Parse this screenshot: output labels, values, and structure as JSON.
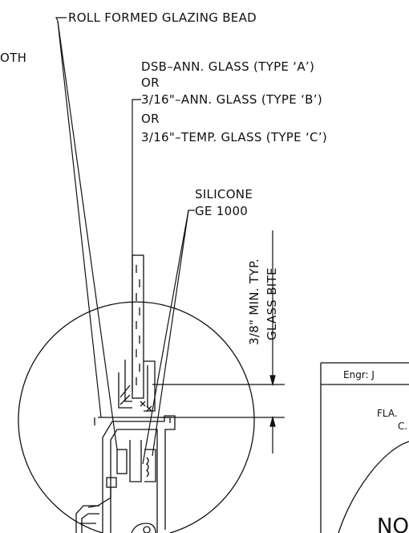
{
  "colors": {
    "line": "#111111",
    "background": "#ffffff"
  },
  "labels": {
    "bead": "ROLL FORMED GLAZING BEAD",
    "cut_left": "OTH",
    "glass_a": "DSB–ANN. GLASS (TYPE ‘A’)",
    "or_1": "OR",
    "glass_b": "3/16\"–ANN. GLASS (TYPE ‘B’)",
    "or_2": "OR",
    "glass_c": "3/16\"–TEMP. GLASS (TYPE ‘C’)",
    "silicone_1": "SILICONE",
    "silicone_2": "GE 1000",
    "dim_1": "3/8\" MIN. TYP.",
    "dim_2": "GLASS BITE"
  },
  "stamp": {
    "engr": "Engr: J",
    "line_1": "FLA.",
    "line_2": "C.",
    "big": "NO"
  }
}
